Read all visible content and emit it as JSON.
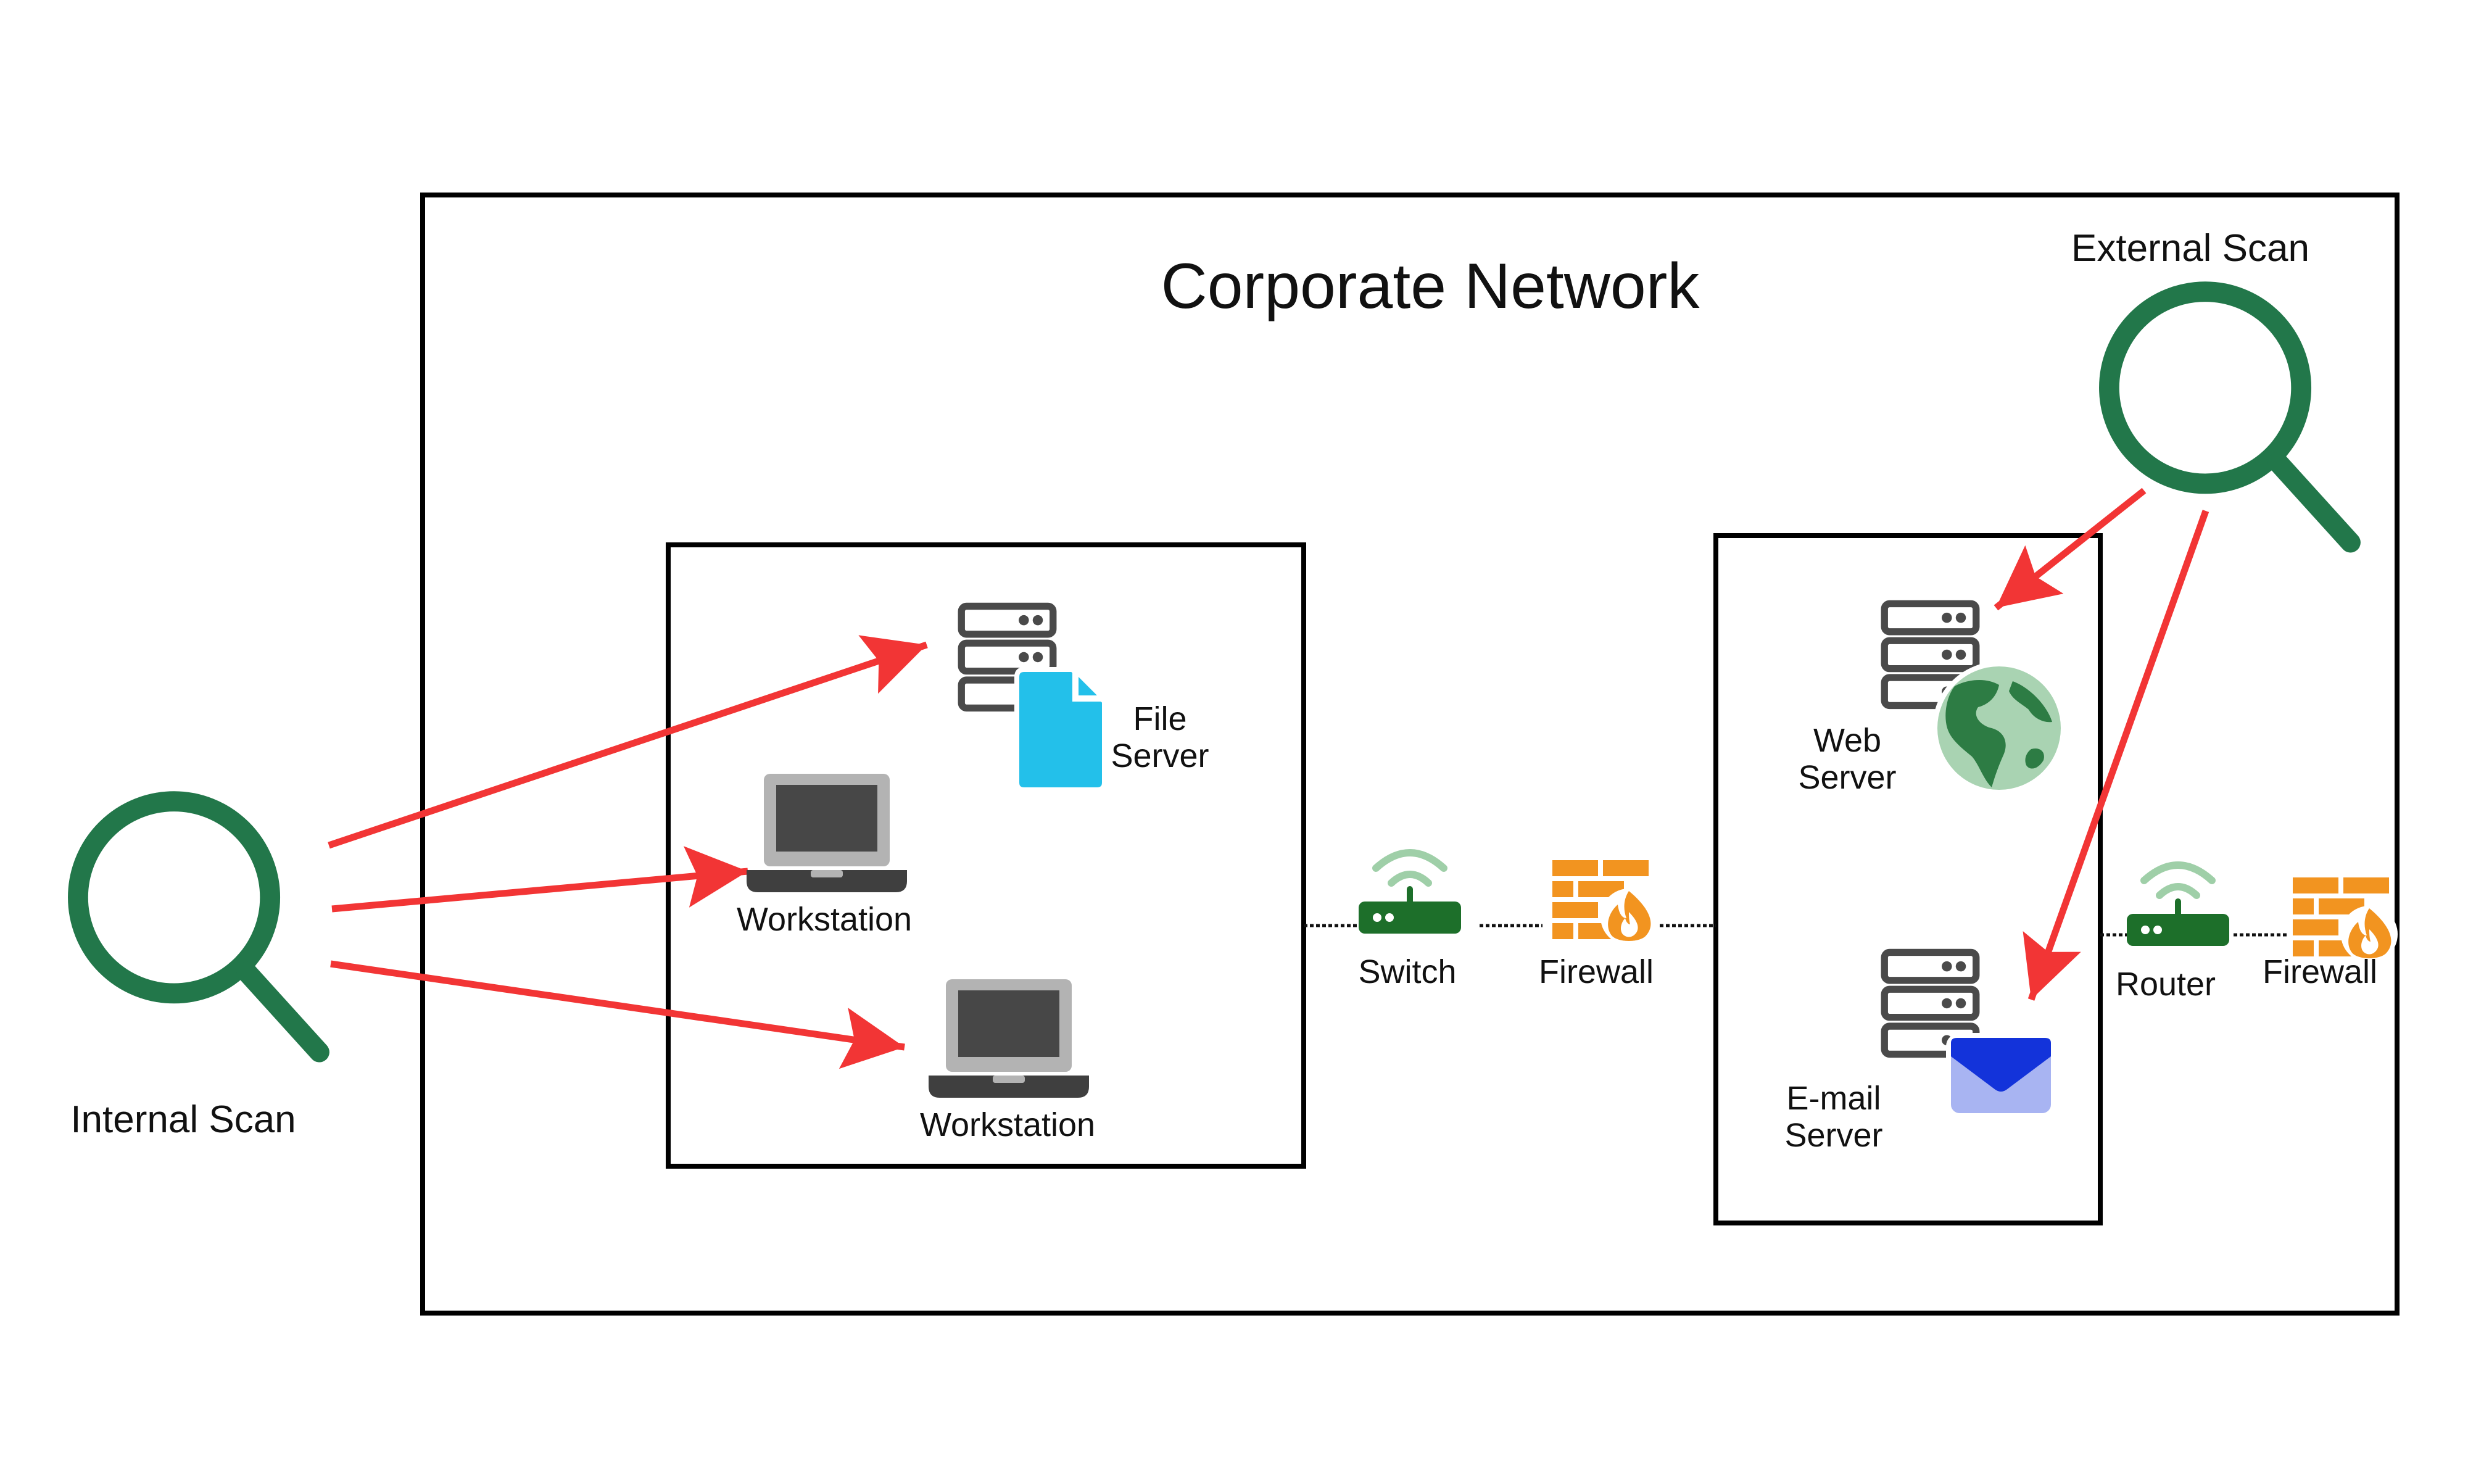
{
  "title": "Corporate Network",
  "scans": {
    "internal": {
      "label": "Internal Scan",
      "icon": "magnifier-icon"
    },
    "external": {
      "label": "External Scan",
      "icon": "magnifier-icon"
    }
  },
  "internal_zone": {
    "file_server": {
      "line1": "File",
      "line2": "Server",
      "icon": "server-icon",
      "badge": "document-icon"
    },
    "workstation_1": {
      "label": "Workstation",
      "icon": "laptop-icon"
    },
    "workstation_2": {
      "label": "Workstation",
      "icon": "laptop-icon"
    }
  },
  "middle": {
    "switch": {
      "label": "Switch",
      "icon": "switch-icon"
    },
    "firewall": {
      "label": "Firewall",
      "icon": "firewall-icon"
    }
  },
  "dmz": {
    "web_server": {
      "line1": "Web",
      "line2": "Server",
      "icon": "server-icon",
      "badge": "globe-icon"
    },
    "email_server": {
      "line1": "E-mail",
      "line2": "Server",
      "icon": "server-icon",
      "badge": "envelope-icon"
    }
  },
  "edge": {
    "router": {
      "label": "Router",
      "icon": "router-icon"
    },
    "firewall": {
      "label": "Firewall",
      "icon": "firewall-icon"
    }
  },
  "colors": {
    "scan_green": "#22774a",
    "arrow_red": "#f23535",
    "device_green": "#1d6f2a",
    "wifi_green": "#9fcfa8",
    "firewall_orange": "#f29420",
    "doc_blue": "#23c0ea",
    "globe_green": "#2d7c44",
    "globe_light": "#a9d3b2",
    "mail_blue": "#1333da",
    "mail_light": "#a8b4f2",
    "server_gray": "#4a4a4a",
    "laptop_gray": "#b3b3b3"
  }
}
